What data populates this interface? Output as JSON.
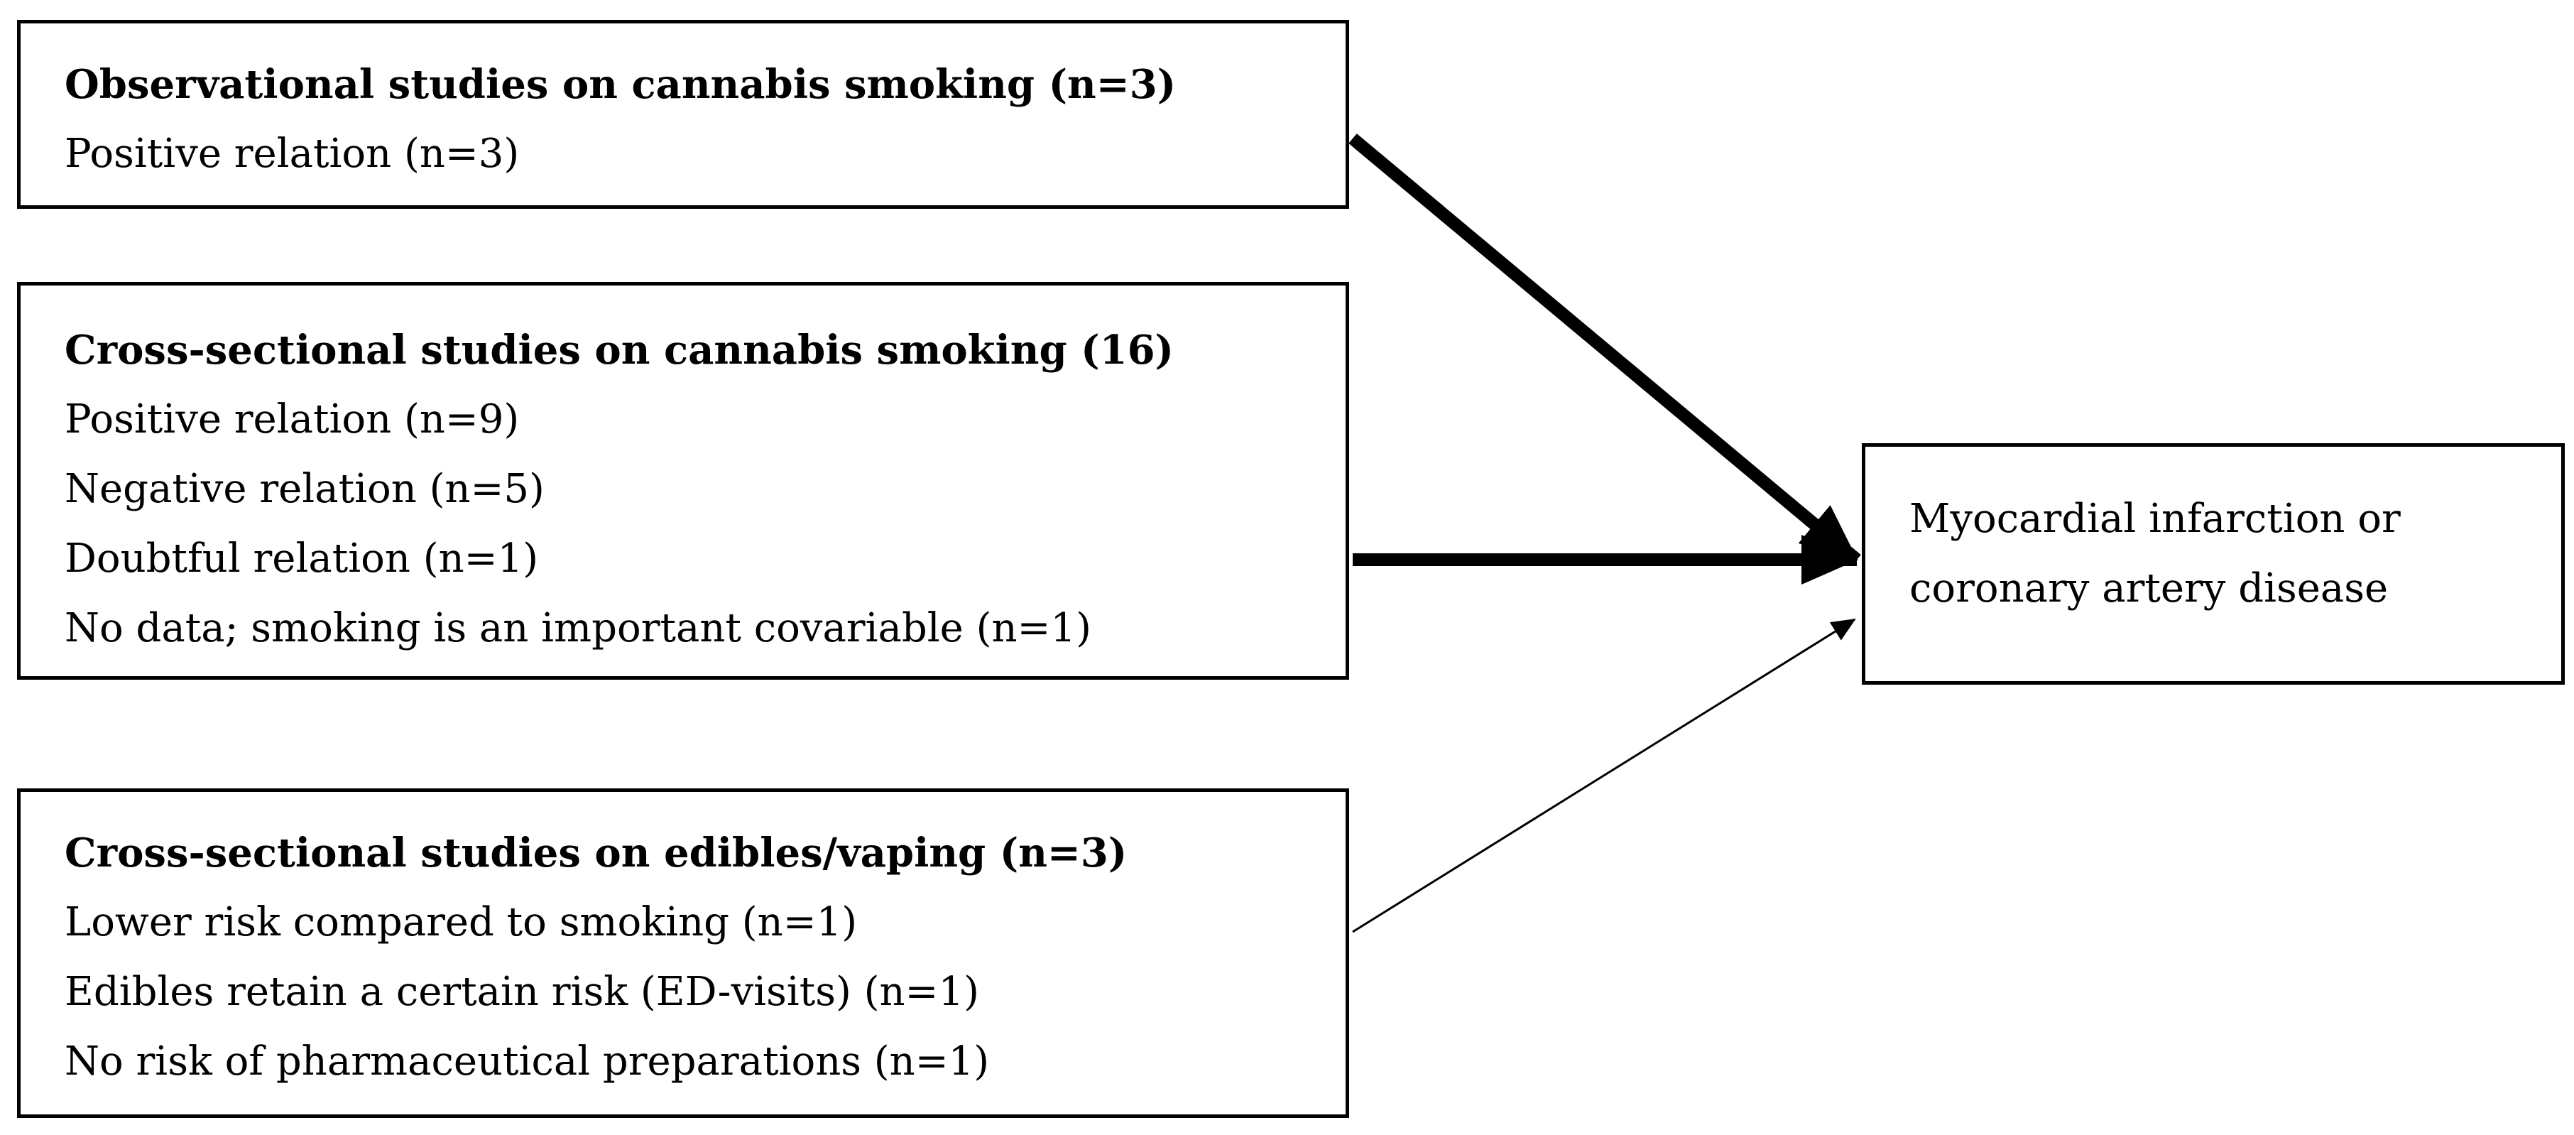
{
  "boxes": {
    "observational": {
      "title": "Observational studies on cannabis smoking (n=3)",
      "lines": [
        "Positive relation (n=3)"
      ]
    },
    "cross_sectional": {
      "title": "Cross-sectional studies on cannabis smoking (16)",
      "lines": [
        "Positive relation (n=9)",
        "Negative relation (n=5)",
        "Doubtful relation (n=1)",
        "No data; smoking is an important covariable (n=1)"
      ]
    },
    "edibles": {
      "title": "Cross-sectional studies on edibles/vaping (n=3)",
      "lines": [
        "Lower risk compared to smoking (n=1)",
        "Edibles retain a certain risk (ED-visits) (n=1)",
        "No risk of pharmaceutical preparations (n=1)"
      ]
    },
    "outcome": {
      "lines": [
        "Myocardial infarction or",
        "coronary artery disease"
      ]
    }
  },
  "colors": {
    "stroke": "#000000",
    "background": "#ffffff"
  }
}
